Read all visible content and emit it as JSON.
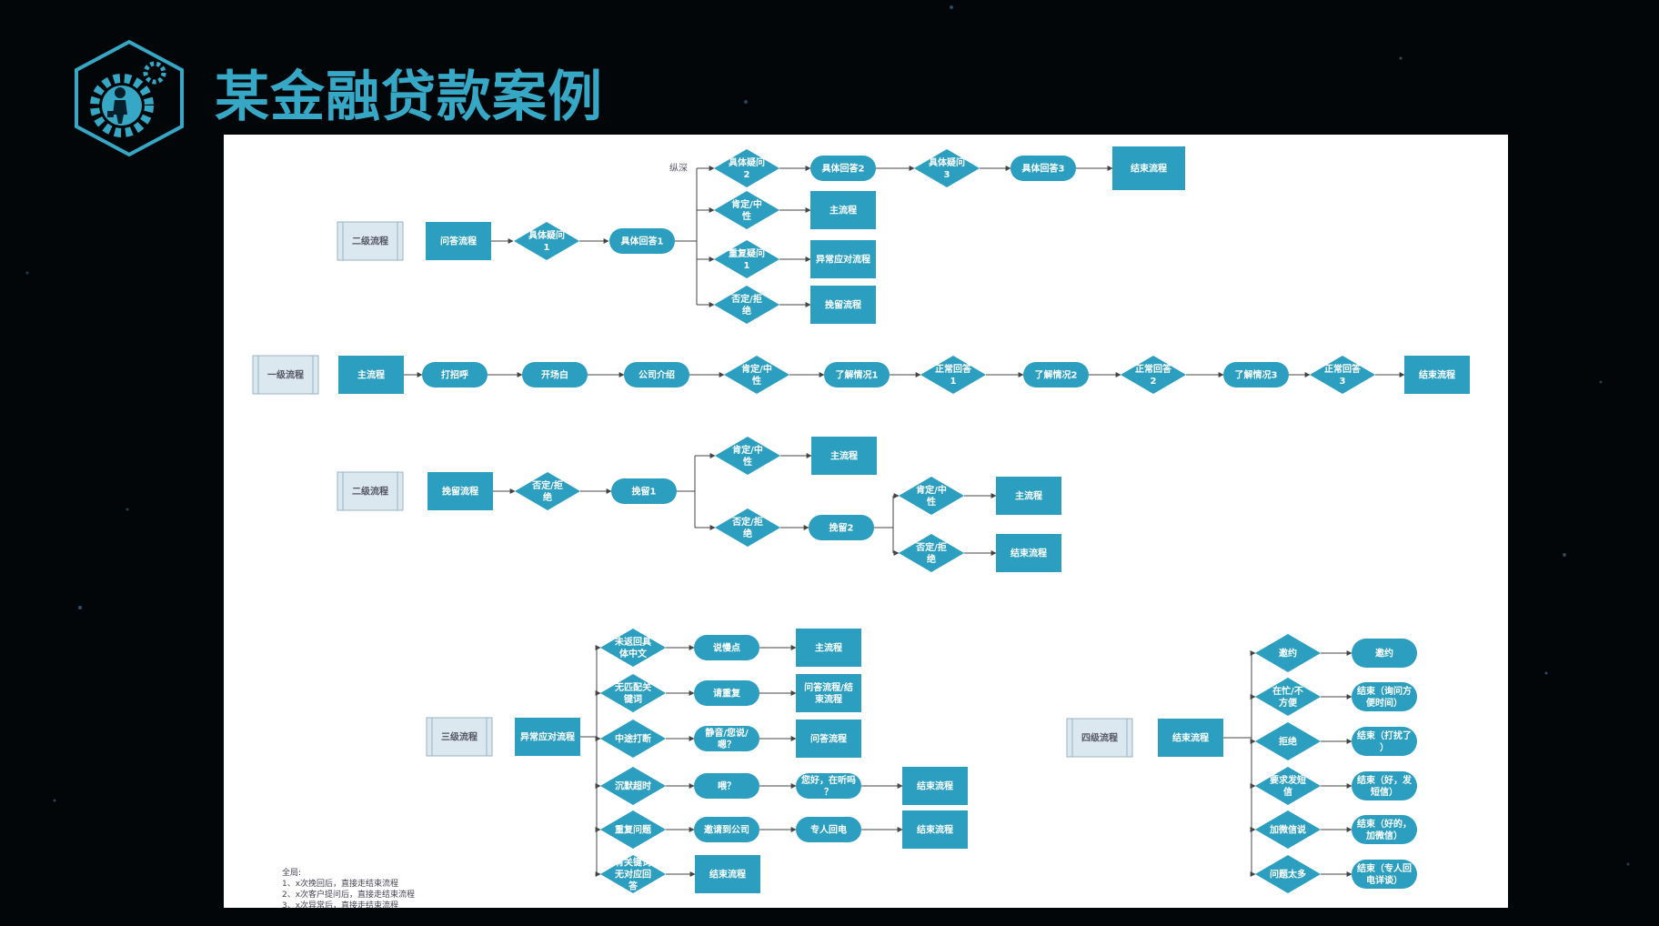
{
  "title": "某金融贷款案例",
  "logo_icon": "gear-person-hexagon-icon",
  "colors": {
    "accent": "#36a7c5",
    "node": "#2c9fc1",
    "node_text": "#ffffff",
    "label_fill": "#dbe8ef",
    "background": "#030608",
    "panel": "#ffffff"
  },
  "side_label": "纵深",
  "levels": [
    {
      "id": "L2a",
      "label": "二级流程",
      "flow": "问答流程"
    },
    {
      "id": "L1",
      "label": "一级流程",
      "flow": "主流程"
    },
    {
      "id": "L2b",
      "label": "二级流程",
      "flow": "挽留流程"
    },
    {
      "id": "L3",
      "label": "三级流程",
      "flow": "异常应对流程"
    },
    {
      "id": "L4",
      "label": "四级流程",
      "flow": "结束流程"
    }
  ],
  "qa_flow": {
    "question": "具体疑问1",
    "answer": "具体回答1",
    "deep": [
      "具体疑问2",
      "具体回答2",
      "具体疑问3",
      "具体回答3",
      "结束流程"
    ],
    "branches": [
      {
        "cond": "肯定/中性",
        "target": "主流程"
      },
      {
        "cond": "重复疑问1",
        "target": "异常应对流程"
      },
      {
        "cond": "否定/拒绝",
        "target": "挽留流程"
      }
    ]
  },
  "main_flow": [
    "打招呼",
    "开场白",
    "公司介绍",
    "肯定/中性",
    "了解情况1",
    "正常回答1",
    "了解情况2",
    "正常回答2",
    "了解情况3",
    "正常回答3",
    "结束流程"
  ],
  "retain_flow": {
    "cond": "否定/拒绝",
    "retain1": "挽留1",
    "pos1": "肯定/中性",
    "target1": "主流程",
    "neg1": "否定/拒绝",
    "retain2": "挽留2",
    "pos2": "肯定/中性",
    "target2": "主流程",
    "neg2": "否定/拒绝",
    "target3": "结束流程"
  },
  "exception_flow": [
    {
      "cond": "未返回具体中文",
      "action": "说慢点",
      "target": "主流程"
    },
    {
      "cond": "无匹配关键词",
      "action": "请重复",
      "target": "问答流程/结束流程"
    },
    {
      "cond": "中途打断",
      "action": "静音/您说/嗯？",
      "target": "问答流程"
    },
    {
      "cond": "沉默超时",
      "action": "喂？",
      "action2": "您好，在听吗？",
      "target": "结束流程"
    },
    {
      "cond": "重复问题",
      "action": "邀请到公司",
      "action2": "专人回电",
      "target": "结束流程"
    },
    {
      "cond": "有关键词无对应回答",
      "action": "结束流程"
    }
  ],
  "end_flow": [
    {
      "cond": "邀约",
      "result": "邀约"
    },
    {
      "cond": "在忙/不方便",
      "result": "结束（询问方便时间）"
    },
    {
      "cond": "拒绝",
      "result": "结束（打扰了）"
    },
    {
      "cond": "要求发短信",
      "result": "结束（好，发短信）"
    },
    {
      "cond": "加微信说",
      "result": "结束（好的，加微信）"
    },
    {
      "cond": "问题太多",
      "result": "结束（专人回电详谈）"
    }
  ],
  "notes": [
    "全局:",
    "1、x次挽回后，直接走结束流程",
    "2、x次客户提问后，直接走结束流程",
    "3、x次异常后，直接走结束流程"
  ]
}
